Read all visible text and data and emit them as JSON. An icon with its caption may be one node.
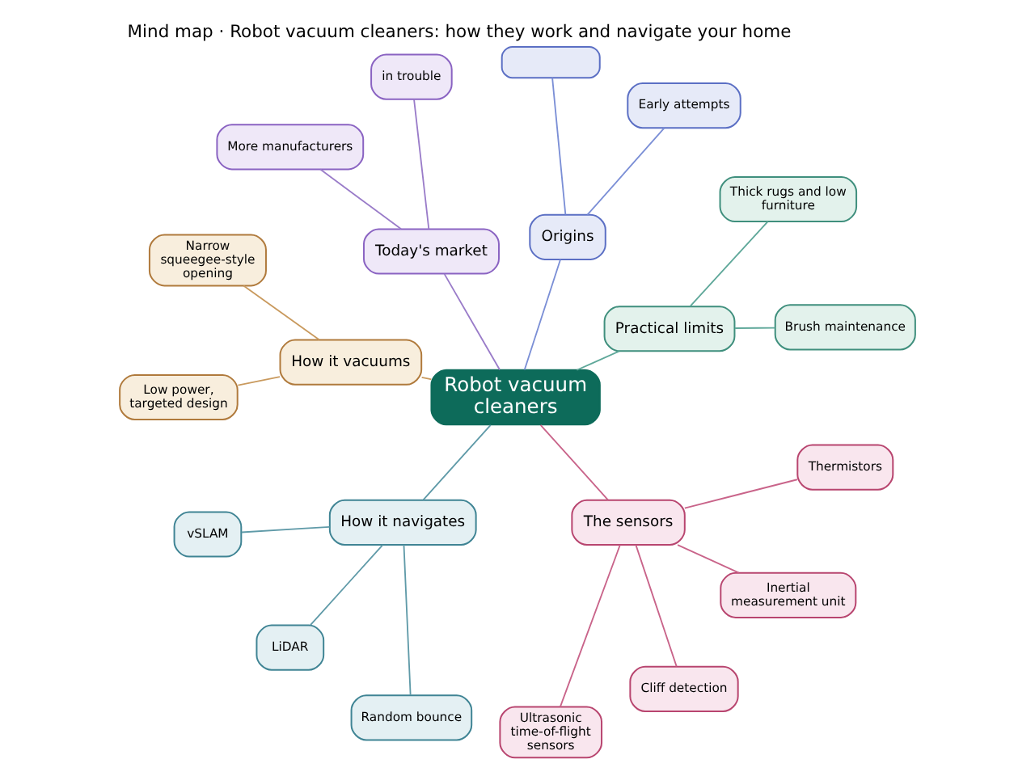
{
  "diagram": {
    "title": "Mind map · Robot vacuum cleaners: how they work and navigate your home",
    "nodes": [
      {
        "text": [
          "Robot vacuum cleaners"
        ]
      },
      {
        "text": [
          "Practical limits"
        ]
      },
      {
        "text": [
          "Brush maintenance"
        ]
      },
      {
        "text": [
          "Thick rugs and low furniture"
        ]
      },
      {
        "text": [
          "Origins"
        ]
      },
      {
        "text": [
          "Early attempts"
        ]
      },
      {
        "text": [],
        "shape": "box"
      },
      {
        "text": [
          "Today's market"
        ]
      },
      {
        "text": [
          "in trouble"
        ]
      },
      {
        "text": [
          "More manufacturers"
        ]
      },
      {
        "text": [
          "How it vacuums"
        ]
      },
      {
        "text": [
          "Narrow squeegee-style opening"
        ]
      },
      {
        "text": [
          "Low power, targeted design"
        ]
      },
      {
        "text": [
          "How it navigates"
        ]
      },
      {
        "text": [
          "vSLAM"
        ]
      },
      {
        "text": [
          "LiDAR"
        ]
      },
      {
        "text": [
          "Random bounce"
        ]
      },
      {
        "text": [
          "The sensors"
        ]
      },
      {
        "text": [
          "Ultrasonic time-of-flight sensors"
        ]
      },
      {
        "text": [
          "Cliff detection"
        ]
      },
      {
        "text": [
          "Inertial measurement unit"
        ]
      },
      {
        "text": [
          "Thermistors"
        ]
      }
    ],
    "edges": [
      {
        "from": 0,
        "to": 1,
        "arrow": "none",
        "color": "#5fa89a"
      },
      {
        "from": 1,
        "to": 2,
        "arrow": "none",
        "color": "#5fa89a"
      },
      {
        "from": 1,
        "to": 3,
        "arrow": "none",
        "color": "#5fa89a"
      },
      {
        "from": 0,
        "to": 4,
        "arrow": "none",
        "color": "#7b8fd6"
      },
      {
        "from": 4,
        "to": 5,
        "arrow": "none",
        "color": "#7b8fd6"
      },
      {
        "from": 4,
        "to": 6,
        "arrow": "none",
        "color": "#7b8fd6"
      },
      {
        "from": 0,
        "to": 7,
        "arrow": "none",
        "color": "#9a7cc9"
      },
      {
        "from": 7,
        "to": 8,
        "arrow": "none",
        "color": "#9a7cc9"
      },
      {
        "from": 7,
        "to": 9,
        "arrow": "none",
        "color": "#9a7cc9"
      },
      {
        "from": 0,
        "to": 10,
        "arrow": "none",
        "color": "#c99a5e"
      },
      {
        "from": 10,
        "to": 11,
        "arrow": "none",
        "color": "#c99a5e"
      },
      {
        "from": 10,
        "to": 12,
        "arrow": "none",
        "color": "#c99a5e"
      },
      {
        "from": 0,
        "to": 13,
        "arrow": "none",
        "color": "#5f9aa8"
      },
      {
        "from": 13,
        "to": 14,
        "arrow": "none",
        "color": "#5f9aa8"
      },
      {
        "from": 13,
        "to": 15,
        "arrow": "none",
        "color": "#5f9aa8"
      },
      {
        "from": 13,
        "to": 16,
        "arrow": "none",
        "color": "#5f9aa8"
      },
      {
        "from": 0,
        "to": 17,
        "arrow": "none",
        "color": "#c9648a"
      },
      {
        "from": 17,
        "to": 18,
        "arrow": "none",
        "color": "#c9648a"
      },
      {
        "from": 17,
        "to": 19,
        "arrow": "none",
        "color": "#c9648a"
      },
      {
        "from": 17,
        "to": 20,
        "arrow": "none",
        "color": "#c9648a"
      },
      {
        "from": 17,
        "to": 21,
        "arrow": "none",
        "color": "#c9648a"
      }
    ]
  }
}
